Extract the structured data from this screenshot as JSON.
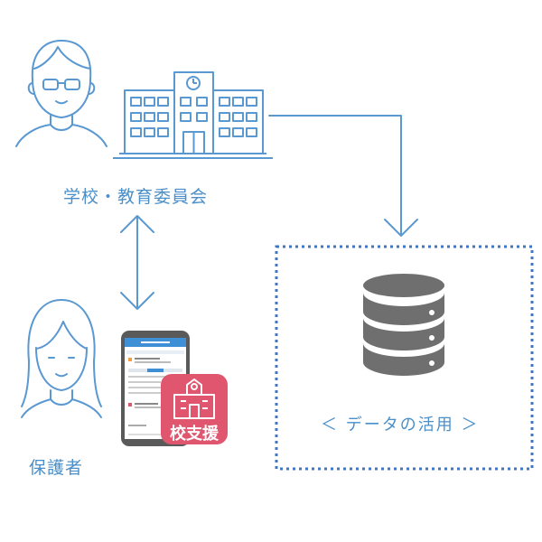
{
  "labels": {
    "school": "学校・教育委員会",
    "parent": "保護者",
    "data_usage": "＜ データの活用 ＞"
  },
  "app": {
    "badge_text": "校支援",
    "badge_color": "#e0566e"
  },
  "colors": {
    "line": "#5a98d2",
    "dotted_border": "#3f77c4",
    "database": "#6f6f6f",
    "text": "#4a8fc9"
  },
  "icons": {
    "teacher": "teacher-person-icon",
    "school": "school-building-icon",
    "parent": "parent-person-icon",
    "phone": "smartphone-icon",
    "database": "database-icon"
  }
}
